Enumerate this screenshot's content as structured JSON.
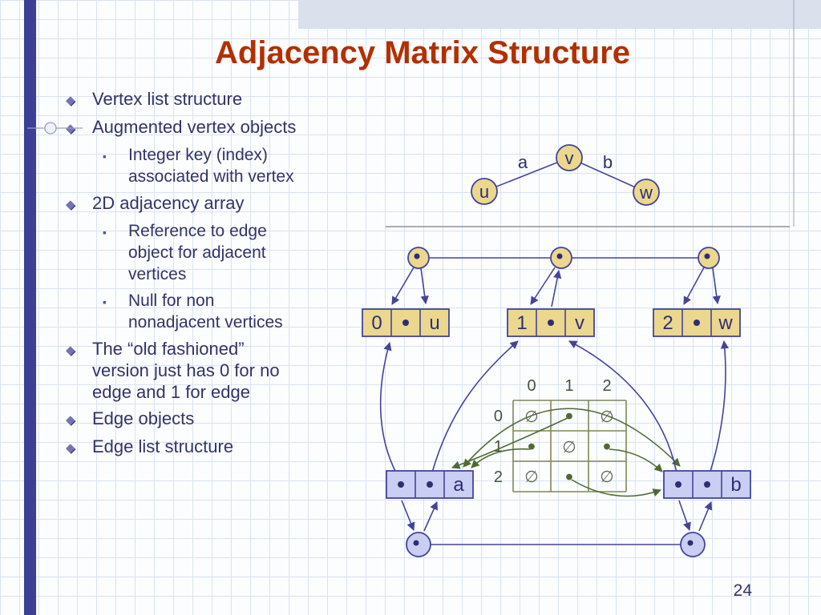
{
  "slide": {
    "title": "Adjacency Matrix Structure",
    "page_number": "24"
  },
  "icons": {
    "diamond_bullet": "◆",
    "square_bullet": "▪"
  },
  "bullets": [
    {
      "level": 1,
      "lines": [
        "Vertex list structure"
      ]
    },
    {
      "level": 1,
      "lines": [
        "Augmented vertex objects"
      ]
    },
    {
      "level": 2,
      "lines": [
        "Integer key (index)",
        "associated with vertex"
      ]
    },
    {
      "level": 1,
      "lines": [
        "2D adjacency array"
      ]
    },
    {
      "level": 2,
      "lines": [
        "Reference to edge",
        "object for adjacent",
        "vertices"
      ]
    },
    {
      "level": 2,
      "lines": [
        "Null for non",
        "nonadjacent vertices"
      ]
    },
    {
      "level": 1,
      "lines": [
        "The “old fashioned”",
        "version just has 0 for no",
        "edge and 1 for edge"
      ]
    },
    {
      "level": 1,
      "lines": [
        "Edge objects"
      ]
    },
    {
      "level": 1,
      "lines": [
        "Edge list structure"
      ]
    }
  ],
  "graph": {
    "vertices": {
      "u": "u",
      "v": "v",
      "w": "w"
    },
    "edges": {
      "a": "a",
      "b": "b"
    }
  },
  "vertex_list": [
    {
      "index": "0",
      "label": "u"
    },
    {
      "index": "1",
      "label": "v"
    },
    {
      "index": "2",
      "label": "w"
    }
  ],
  "matrix": {
    "col_headers": [
      "0",
      "1",
      "2"
    ],
    "row_headers": [
      "0",
      "1",
      "2"
    ],
    "cells": [
      [
        "∅",
        "•",
        "∅"
      ],
      [
        "•",
        "∅",
        "•"
      ],
      [
        "∅",
        "•",
        "∅"
      ]
    ]
  },
  "edge_objects": [
    {
      "label": "a"
    },
    {
      "label": "b"
    }
  ],
  "colors": {
    "title": "#B23000",
    "body_text": "#333366",
    "vertex_fill": "#EBD78E",
    "edge_fill": "#C9CEF2",
    "outline_blue": "#44449B",
    "matrix_green": "#7C8A55",
    "arrow_green": "#4F6B33",
    "sidebar_blue": "#3B3F95"
  }
}
